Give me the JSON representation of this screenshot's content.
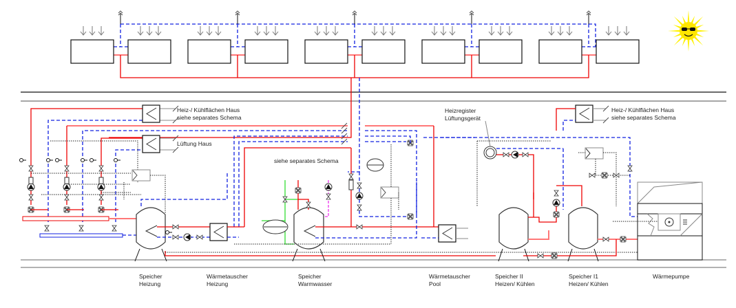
{
  "colors": {
    "supply": "#e00000",
    "return": "#1020e0",
    "control": "#222222",
    "drinking_water_cold": "#33dd33",
    "circulation": "#ee33ee",
    "sun": "#ffe600"
  },
  "icons": [
    "sun-icon",
    "solar-collector",
    "pump-icon",
    "valve-icon",
    "three-way-valve-icon",
    "expansion-vessel-icon",
    "heat-exchanger-icon",
    "air-vent-icon",
    "thermometer-icon",
    "flow-meter-icon"
  ],
  "labels": {
    "heating_cooling_house_1": "Heiz-/ Kühlflächen Haus",
    "see_schema_1": "siehe separates Schema",
    "ventilation_house": "Lüftung Haus",
    "see_schema_dhw": "siehe separates Schema",
    "heating_coil_line1": "Heizregister",
    "heating_coil_line2": "Lüftungsgerät",
    "heating_cooling_house_2": "Heiz-/ Kühlflächen Haus",
    "see_schema_2": "siehe separates Schema"
  },
  "components": [
    {
      "line1": "Speicher",
      "line2": "Heizung"
    },
    {
      "line1": "Wärmetauscher",
      "line2": "Heizung"
    },
    {
      "line1": "Speicher",
      "line2": "Warmwasser"
    },
    {
      "line1": "Wärmetauscher",
      "line2": "Pool"
    },
    {
      "line1": "Speicher II",
      "line2": "Heizen/ Kühlen"
    },
    {
      "line1": "Speicher I1",
      "line2": "Heizen/ Kühlen"
    },
    {
      "line1": "Wärmepumpe",
      "line2": ""
    }
  ]
}
